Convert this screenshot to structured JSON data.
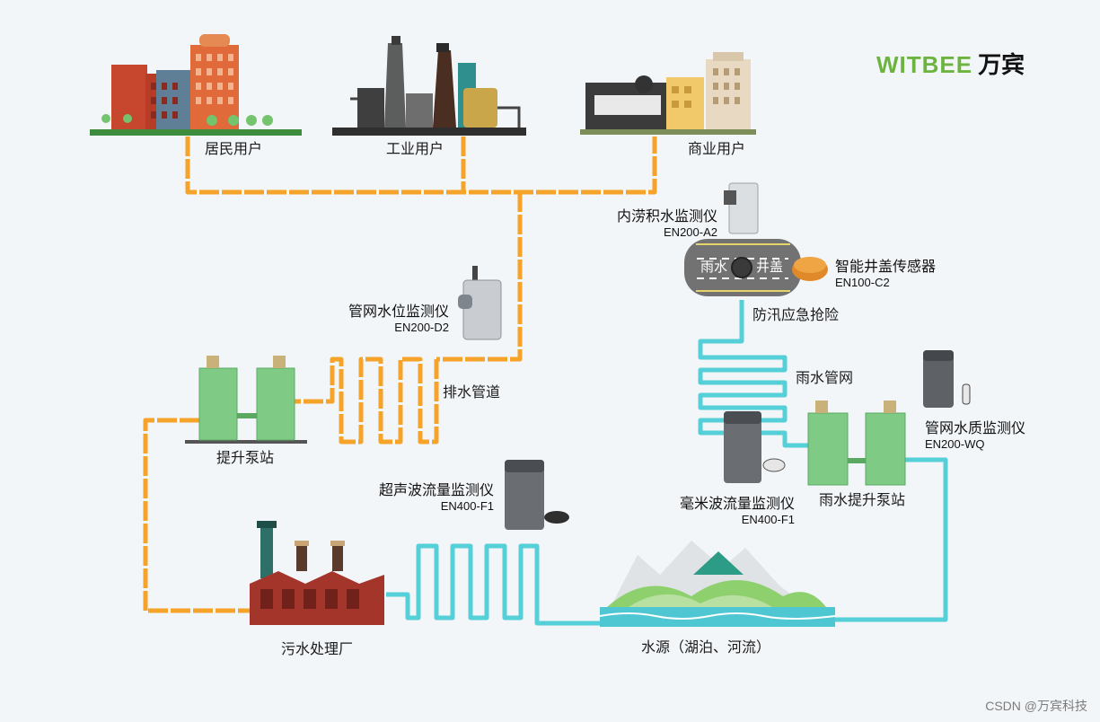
{
  "brand": {
    "en": "WITBEE",
    "zh": "万宾"
  },
  "users": {
    "residential": "居民用户",
    "industrial": "工业用户",
    "commercial": "商业用户"
  },
  "labels": {
    "drain_pipe": "排水管道",
    "lift_station": "提升泵站",
    "treatment_plant": "污水处理厂",
    "water_source": "水源（湖泊、河流）",
    "flood_rescue": "防汛应急抢险",
    "storm_network": "雨水管网",
    "storm_lift_station": "雨水提升泵站",
    "road_rain": "雨水",
    "road_well": "井盖"
  },
  "devices": {
    "waterlogging": {
      "name": "内涝积水监测仪",
      "model": "EN200-A2"
    },
    "manhole": {
      "name": "智能井盖传感器",
      "model": "EN100-C2"
    },
    "pipe_level": {
      "name": "管网水位监测仪",
      "model": "EN200-D2"
    },
    "ultrasonic": {
      "name": "超声波流量监测仪",
      "model": "EN400-F1"
    },
    "mmwave": {
      "name": "毫米波流量监测仪",
      "model": "EN400-F1"
    },
    "quality": {
      "name": "管网水质监测仪",
      "model": "EN200-WQ"
    }
  },
  "watermark": "CSDN @万宾科技",
  "colors": {
    "sewage_pipe": "#f6a32a",
    "storm_pipe": "#55cfd8",
    "brand_green": "#6cb43f",
    "pump_green": "#7fcb85"
  }
}
